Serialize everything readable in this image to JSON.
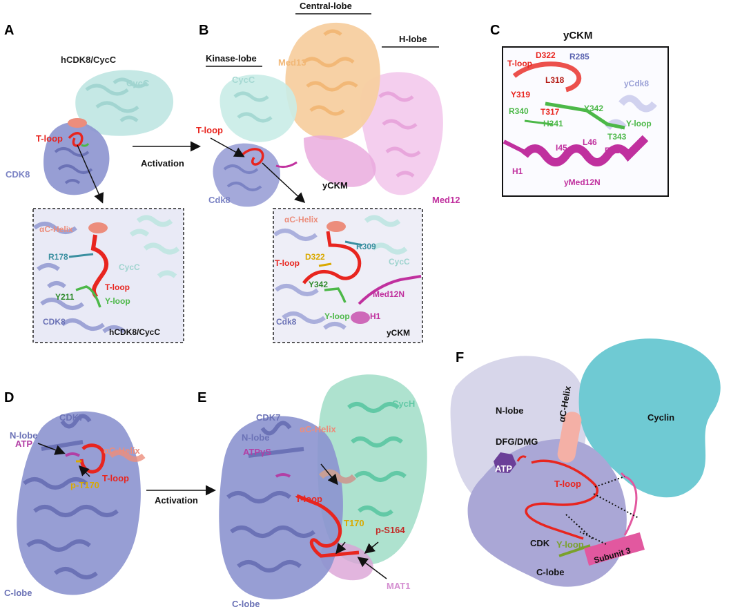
{
  "colors": {
    "cdk": "#7b83c4",
    "cdk_light": "#b9bde6",
    "cycc": "#bfe6e2",
    "med13": "#f2b877",
    "med12": "#e8a6dc",
    "med12n": "#c0309e",
    "tloop": "#e8251f",
    "ahelix": "#ec8d7c",
    "yloop": "#4cb848",
    "cych": "#62c9a6",
    "mat1": "#dba2d6",
    "atp": "#b23fa5",
    "phospho": "#d9a900",
    "r_teal": "#3a8fa0",
    "cyclin": "#6fcad3",
    "nlobe": "#d7d6ea",
    "clobe": "#aaa7d6",
    "subunit3": "#e2589f"
  },
  "panels": {
    "A": {
      "letter": "A",
      "title": "hCDK8/CycC",
      "cycc": "CycC",
      "tloop": "T-loop",
      "cdk8": "CDK8",
      "zoom": {
        "ahelix": "αC-Helix",
        "r178": "R178",
        "cycc": "CycC",
        "y211": "Y211",
        "tloop": "T-loop",
        "yloop": "Y-loop",
        "cdk8": "CDK8",
        "title": "hCDK8/CycC"
      }
    },
    "B": {
      "letter": "B",
      "central": "Central-lobe",
      "kinase": "Kinase-lobe",
      "hlobe": "H-lobe",
      "cycc": "CycC",
      "med13": "Med13",
      "tloop": "T-loop",
      "yckm": "yCKM",
      "cdk8": "Cdk8",
      "med12": "Med12",
      "activation": "Activation",
      "zoom": {
        "ahelix": "αC-Helix",
        "r309": "R309",
        "tloop": "T-loop",
        "d322": "D322",
        "cycc": "CycC",
        "y342": "Y342",
        "med12n": "Med12N",
        "cdk8": "Cdk8",
        "yloop": "Y-loop",
        "h1": "H1",
        "title": "yCKM"
      }
    },
    "C": {
      "letter": "C",
      "title": "yCKM",
      "tloop": "T-loop",
      "d322": "D322",
      "r285": "R285",
      "l318": "L318",
      "ycdk8": "yCdk8",
      "y319": "Y319",
      "t317": "T317",
      "y342": "Y342",
      "r340": "R340",
      "h341": "H341",
      "yloop": "Y-loop",
      "t343": "T343",
      "i45": "I45",
      "l46": "L46",
      "e42": "E42",
      "h1": "H1",
      "ymed12n": "yMed12N"
    },
    "D": {
      "letter": "D",
      "cdk7": "CDK7",
      "nlobe": "N-lobe",
      "atp": "ATP",
      "ahelix": "αC-Helix",
      "tloop": "T-loop",
      "pt170": "p-T170",
      "clobe": "C-lobe",
      "activation": "Activation"
    },
    "E": {
      "letter": "E",
      "cych": "CycH",
      "cdk7": "CDK7",
      "nlobe": "N-lobe",
      "ahelix": "αC-Helix",
      "atp": "ATPγS",
      "tloop": "T-loop",
      "t170": "T170",
      "ps164": "p-S164",
      "mat1": "MAT1",
      "clobe": "C-lobe"
    },
    "F": {
      "letter": "F",
      "nlobe": "N-lobe",
      "cyclin": "Cyclin",
      "dfg": "DFG/DMG",
      "ahelix": "αC-Helix",
      "atp": "ATP",
      "tloop": "T-loop",
      "cdk": "CDK",
      "yloop": "Y-loop",
      "subunit3": "Subunit 3",
      "clobe": "C-lobe"
    }
  }
}
